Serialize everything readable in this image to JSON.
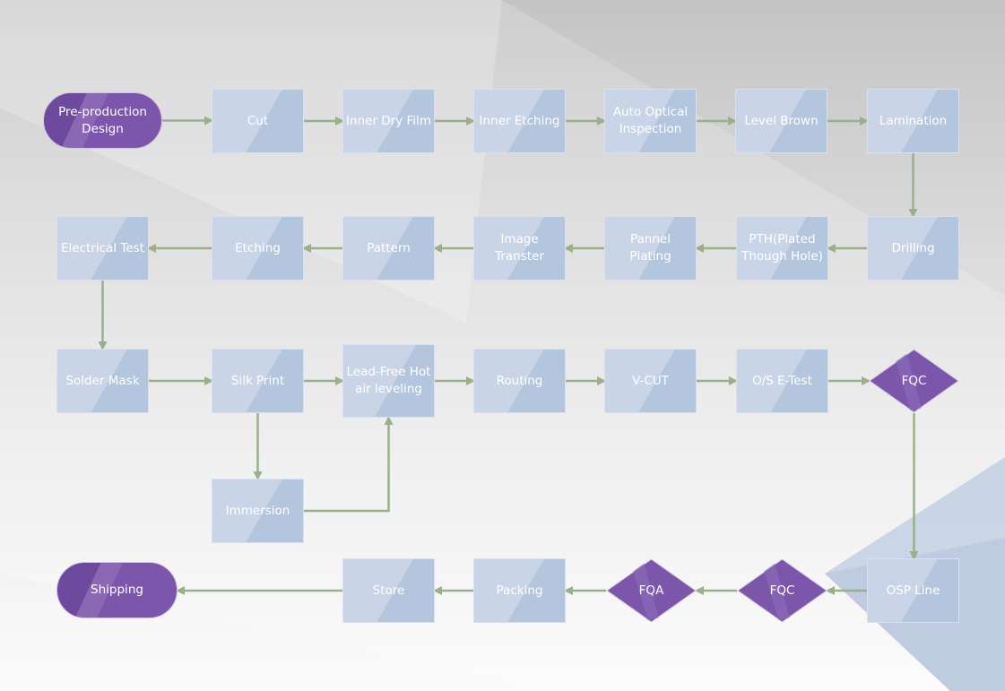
{
  "colors": {
    "process_fill": "#c9d5e6",
    "process_shade": "#b4c6de",
    "purple": "#7b56ab",
    "purple_dark": "#6e4a9e",
    "connector": "#9bb08a"
  },
  "nodes": [
    {
      "id": "pre",
      "label": "Pre-production\nDesign",
      "shape": "terminal"
    },
    {
      "id": "cut",
      "label": "Cut",
      "shape": "process"
    },
    {
      "id": "idf",
      "label": "Inner Dry Film",
      "shape": "process"
    },
    {
      "id": "ie",
      "label": "Inner Etching",
      "shape": "process"
    },
    {
      "id": "aoi",
      "label": "Auto Optical\nInspection",
      "shape": "process"
    },
    {
      "id": "lb",
      "label": "Level Brown",
      "shape": "process"
    },
    {
      "id": "lam",
      "label": "Lamination",
      "shape": "process"
    },
    {
      "id": "dri",
      "label": "Drilling",
      "shape": "process"
    },
    {
      "id": "pth",
      "label": "PTH(Plated\nThough Hole)",
      "shape": "process"
    },
    {
      "id": "pp",
      "label": "Pannel Plating",
      "shape": "process"
    },
    {
      "id": "it",
      "label": "Image Transter",
      "shape": "process"
    },
    {
      "id": "pat",
      "label": "Pattern",
      "shape": "process"
    },
    {
      "id": "etc",
      "label": "Etching",
      "shape": "process"
    },
    {
      "id": "et",
      "label": "Electrical Test",
      "shape": "process"
    },
    {
      "id": "sm",
      "label": "Solder Mask",
      "shape": "process"
    },
    {
      "id": "sp",
      "label": "Silk Print",
      "shape": "process"
    },
    {
      "id": "lf",
      "label": "Lead-Free Hot\nair leveling",
      "shape": "process"
    },
    {
      "id": "rou",
      "label": "Routing",
      "shape": "process"
    },
    {
      "id": "vc",
      "label": "V-CUT",
      "shape": "process"
    },
    {
      "id": "os",
      "label": "O/S E-Test",
      "shape": "process"
    },
    {
      "id": "fqc1",
      "label": "FQC",
      "shape": "decision"
    },
    {
      "id": "imm",
      "label": "Immersion",
      "shape": "process"
    },
    {
      "id": "osp",
      "label": "OSP Line",
      "shape": "process"
    },
    {
      "id": "fqc2",
      "label": "FQC",
      "shape": "decision"
    },
    {
      "id": "fqa",
      "label": "FQA",
      "shape": "decision"
    },
    {
      "id": "pack",
      "label": "Packing",
      "shape": "process"
    },
    {
      "id": "store",
      "label": "Store",
      "shape": "process"
    },
    {
      "id": "ship",
      "label": "Shipping",
      "shape": "terminal"
    }
  ],
  "edges": [
    {
      "from": "pre",
      "to": "cut"
    },
    {
      "from": "cut",
      "to": "idf"
    },
    {
      "from": "idf",
      "to": "ie"
    },
    {
      "from": "ie",
      "to": "aoi"
    },
    {
      "from": "aoi",
      "to": "lb"
    },
    {
      "from": "lb",
      "to": "lam"
    },
    {
      "from": "lam",
      "to": "dri"
    },
    {
      "from": "dri",
      "to": "pth"
    },
    {
      "from": "pth",
      "to": "pp"
    },
    {
      "from": "pp",
      "to": "it"
    },
    {
      "from": "it",
      "to": "pat"
    },
    {
      "from": "pat",
      "to": "etc"
    },
    {
      "from": "etc",
      "to": "et"
    },
    {
      "from": "et",
      "to": "sm"
    },
    {
      "from": "sm",
      "to": "sp"
    },
    {
      "from": "sp",
      "to": "lf"
    },
    {
      "from": "sp",
      "to": "imm"
    },
    {
      "from": "imm",
      "to": "lf"
    },
    {
      "from": "lf",
      "to": "rou"
    },
    {
      "from": "rou",
      "to": "vc"
    },
    {
      "from": "vc",
      "to": "os"
    },
    {
      "from": "os",
      "to": "fqc1"
    },
    {
      "from": "fqc1",
      "to": "osp"
    },
    {
      "from": "osp",
      "to": "fqc2"
    },
    {
      "from": "fqc2",
      "to": "fqa"
    },
    {
      "from": "fqa",
      "to": "pack"
    },
    {
      "from": "pack",
      "to": "store"
    },
    {
      "from": "store",
      "to": "ship"
    }
  ]
}
